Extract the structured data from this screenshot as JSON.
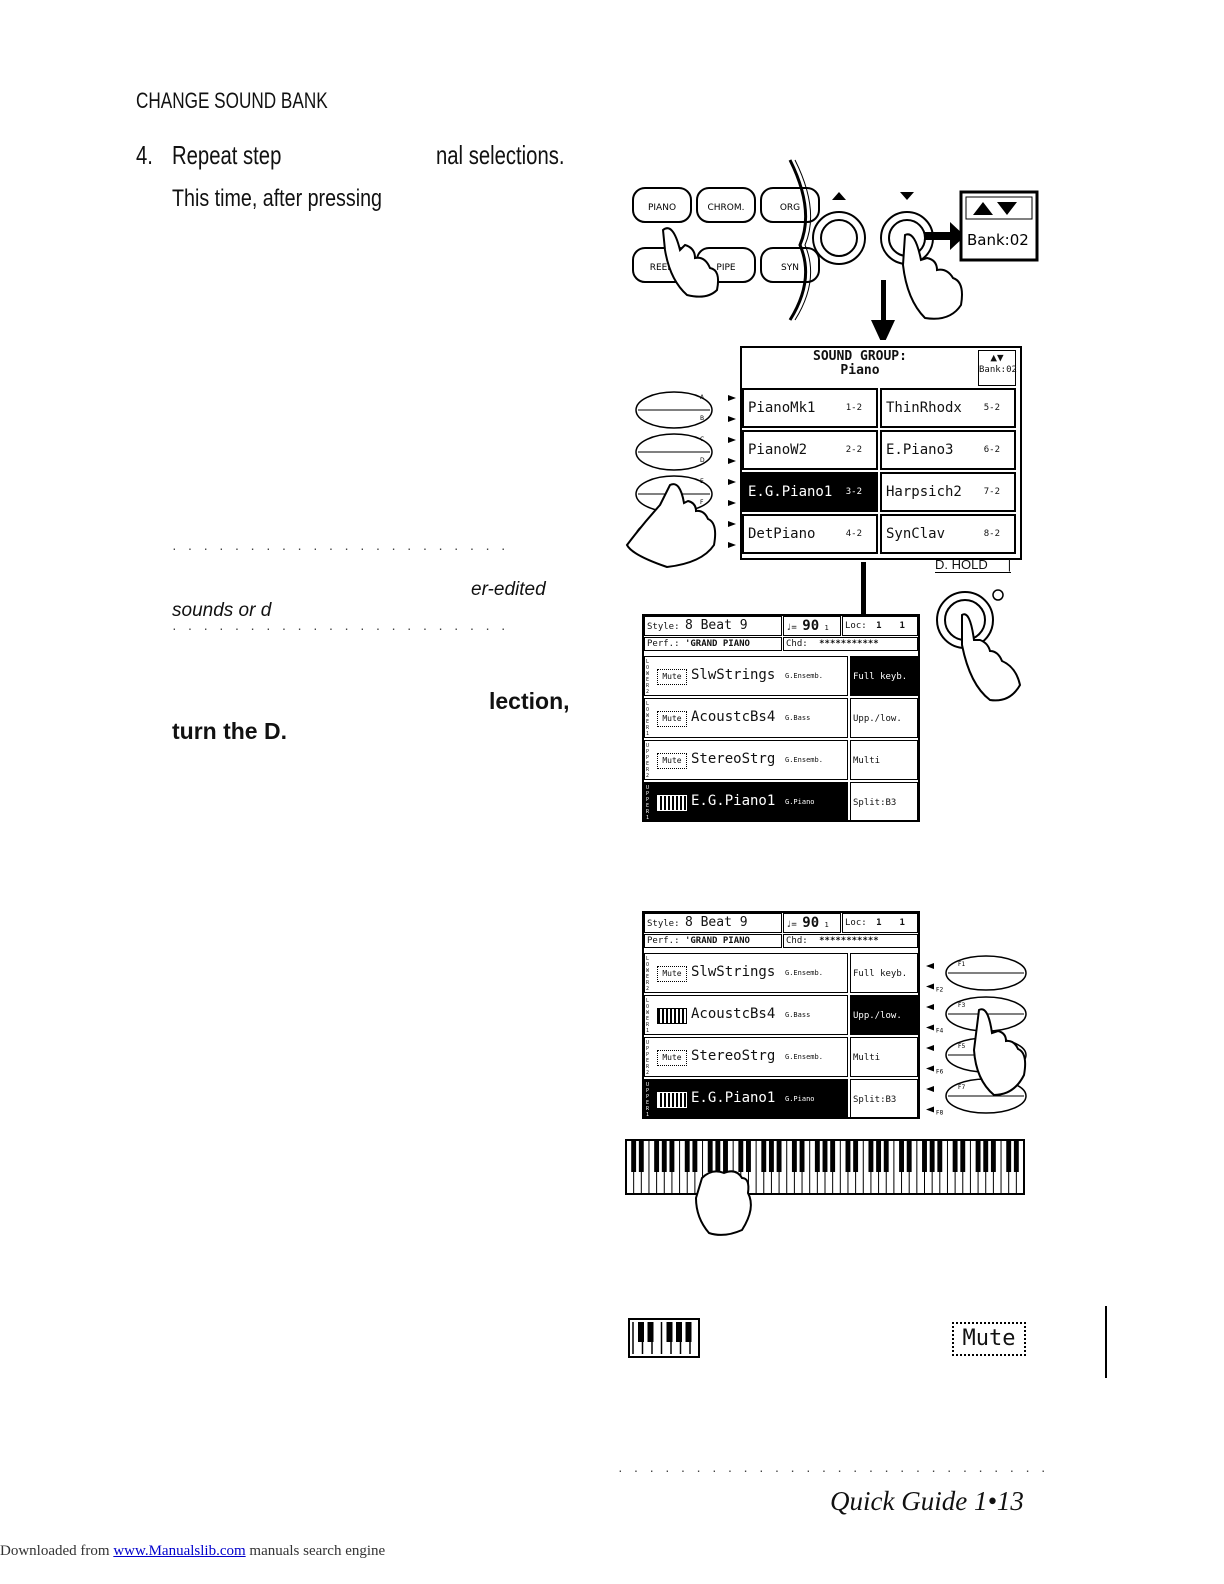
{
  "page": {
    "header": "CHANGE SOUND BANK",
    "step_number": "4.",
    "step_text_a": "Repeat step",
    "step_text_b": "nal selections.",
    "step_sub": "This time, after pressing",
    "note_line1": "er-edited",
    "note_line2": "sounds or d",
    "bold_line1": "lection,",
    "bold_line2": "turn the D.",
    "footer_title": "Quick Guide   1•13",
    "download_prefix": "Downloaded from ",
    "download_link": "www.Manualslib.com",
    "download_suffix": " manuals search engine"
  },
  "panel": {
    "buttons": [
      "PIANO",
      "CHROM.",
      "ORG",
      "REED",
      "PIPE",
      "SYN"
    ],
    "bank_label": "Bank:02"
  },
  "sound_group": {
    "title": "SOUND GROUP:",
    "group": "Piano",
    "bank": "Bank:02",
    "side_letters": [
      "A",
      "B",
      "C",
      "D",
      "E",
      "F",
      "G",
      "H"
    ],
    "left": [
      {
        "name": "PianoMk1",
        "code": "1-2"
      },
      {
        "name": "PianoW2",
        "code": "2-2"
      },
      {
        "name": "E.G.Piano1",
        "code": "3-2",
        "selected": true
      },
      {
        "name": "DetPiano",
        "code": "4-2"
      }
    ],
    "right": [
      {
        "name": "ThinRhodx",
        "code": "5-2"
      },
      {
        "name": "E.Piano3",
        "code": "6-2"
      },
      {
        "name": "Harpsich2",
        "code": "7-2"
      },
      {
        "name": "SynClav",
        "code": "8-2"
      }
    ],
    "dhold_label": "D. HOLD"
  },
  "main_display_1": {
    "style_label": "Style:",
    "style_value": "8 Beat 9",
    "tempo_label": "♩=",
    "tempo_value": "90",
    "tempo_sub": "1",
    "loc_label": "Loc:",
    "loc_value_1": "1",
    "loc_value_2": "1",
    "perf_label": "Perf.:",
    "perf_value": "'GRAND PIANO",
    "chd_label": "Chd:",
    "chd_value": "***********",
    "rows": [
      {
        "part": "LOWER 2",
        "status": "Mute",
        "name": "SlwStrings",
        "group": "G.Ensemb.",
        "mode": "Full keyb."
      },
      {
        "part": "LOWER 1",
        "status": "Mute",
        "name": "AcoustcBs4",
        "group": "G.Bass",
        "mode": "Upp./low."
      },
      {
        "part": "UPPER 2",
        "status": "Mute",
        "name": "StereoStrg",
        "group": "G.Ensemb.",
        "mode": "Multi"
      },
      {
        "part": "UPPER 1",
        "status": "Keys",
        "name": "E.G.Piano1",
        "group": "G.Piano",
        "mode": "Split:B3"
      }
    ],
    "highlight_mode": 0
  },
  "main_display_2": {
    "style_label": "Style:",
    "style_value": "8 Beat 9",
    "tempo_label": "♩=",
    "tempo_value": "90",
    "tempo_sub": "1",
    "loc_label": "Loc:",
    "loc_value_1": "1",
    "loc_value_2": "1",
    "perf_label": "Perf.:",
    "perf_value": "'GRAND PIANO",
    "chd_label": "Chd:",
    "chd_value": "***********",
    "rows": [
      {
        "part": "LOWER 2",
        "status": "Mute",
        "name": "SlwStrings",
        "group": "G.Ensemb.",
        "mode": "Full keyb."
      },
      {
        "part": "LOWER 1",
        "status": "Keys",
        "name": "AcoustcBs4",
        "group": "G.Bass",
        "mode": "Upp./low."
      },
      {
        "part": "UPPER 2",
        "status": "Mute",
        "name": "StereoStrg",
        "group": "G.Ensemb.",
        "mode": "Multi"
      },
      {
        "part": "UPPER 1",
        "status": "Keys",
        "name": "E.G.Piano1",
        "group": "G.Piano",
        "mode": "Split:B3"
      }
    ],
    "highlight_mode": 1,
    "function_keys": [
      "F1",
      "F2",
      "F3",
      "F4",
      "F5",
      "F6",
      "F7",
      "F8"
    ]
  },
  "legend": {
    "mute_label": "Mute"
  }
}
